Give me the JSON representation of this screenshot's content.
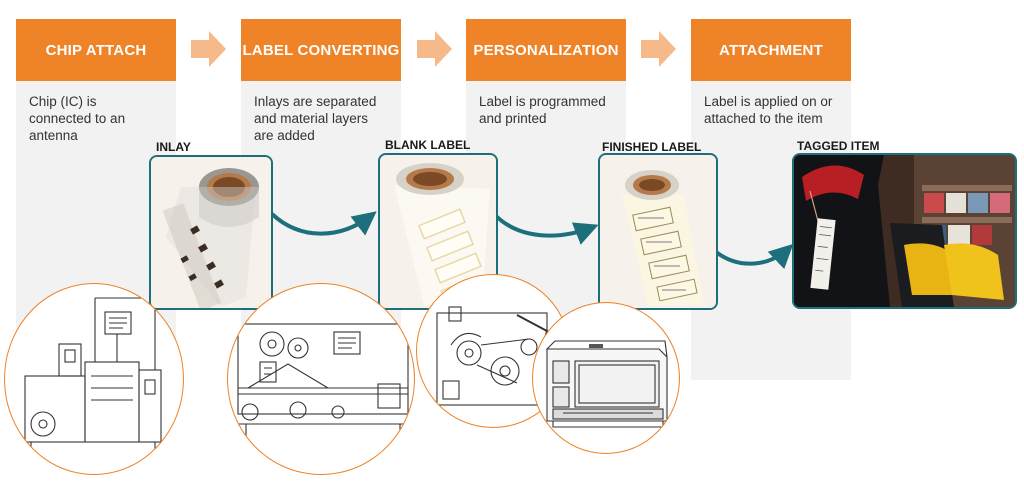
{
  "colors": {
    "accent": "#ee8327",
    "teal": "#1c6f7b",
    "column_bg": "#f2f2f2"
  },
  "steps": [
    {
      "title": "CHIP ATTACH",
      "description": "Chip (IC) is connected to an antenna"
    },
    {
      "title": "LABEL CONVERTING",
      "description": "Inlays are separated and material layers are added"
    },
    {
      "title": "PERSONALIZATION",
      "description": "Label is programmed and printed"
    },
    {
      "title": "ATTACHMENT",
      "description": "Label is applied on or attached to the item"
    }
  ],
  "stages": [
    {
      "label": "INLAY"
    },
    {
      "label": "BLANK LABEL"
    },
    {
      "label": "FINISHED LABEL"
    },
    {
      "label": "TAGGED ITEM"
    }
  ]
}
